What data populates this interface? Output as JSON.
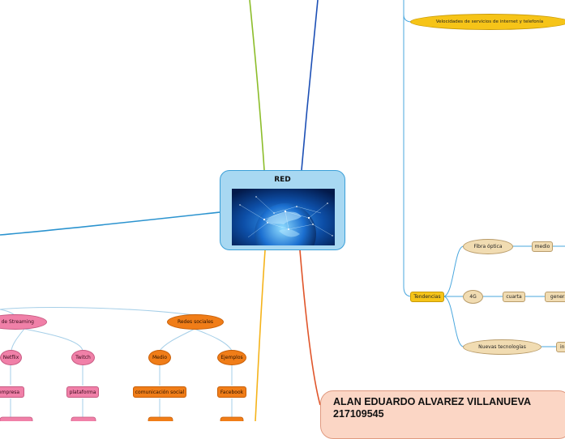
{
  "central": {
    "title": "RED",
    "image": "globe-network-image"
  },
  "author": {
    "name": "ALAN EDUARDO ALVAREZ VILLANUEVA",
    "id": "217109545"
  },
  "nodes": {
    "velocidades": "Velocidades de servicios de internet y telefonía",
    "tendencias": "Tendencias",
    "fibra": "Fibra óptica",
    "medio_fibra": "medio",
    "cuatro_g": "4G",
    "cuarta": "cuarta",
    "genera": "genera",
    "nuevas": "Nuevas tecnologías",
    "in": "in",
    "streaming": "s de Streaming",
    "netflix": "Netflix",
    "twitch": "Twitch",
    "empresa": "empresa",
    "plataforma": "plataforma",
    "redes": "Redes sociales",
    "medio_redes": "Medio",
    "ejemplos": "Ejemplos",
    "comunicacion": "comunicación social",
    "facebook": "Facebook"
  },
  "colors": {
    "central_fill": "#a8d8f2",
    "orange": "#f07d18",
    "pink": "#f080a8",
    "yellow": "#f6c418",
    "beige": "#f1dcb2",
    "author_fill": "#fbd6c5"
  }
}
